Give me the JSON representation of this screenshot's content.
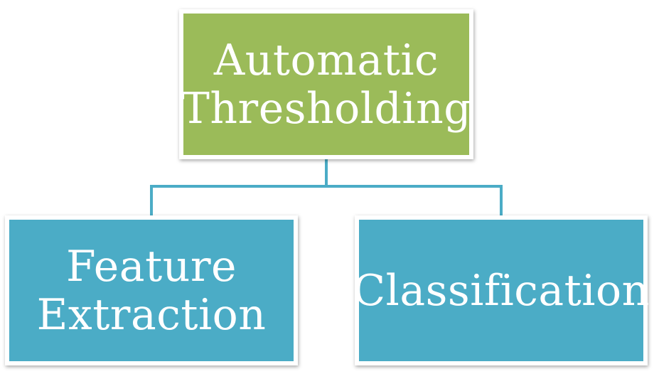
{
  "nodes": {
    "root": {
      "lines": [
        "Automatic",
        "Thresholding"
      ],
      "color": "#9BBB59"
    },
    "left": {
      "lines": [
        "Feature",
        "Extraction"
      ],
      "color": "#4BACC6"
    },
    "right": {
      "lines": [
        "Classification"
      ],
      "color": "#4BACC6"
    }
  },
  "connector_color": "#4BACC6"
}
